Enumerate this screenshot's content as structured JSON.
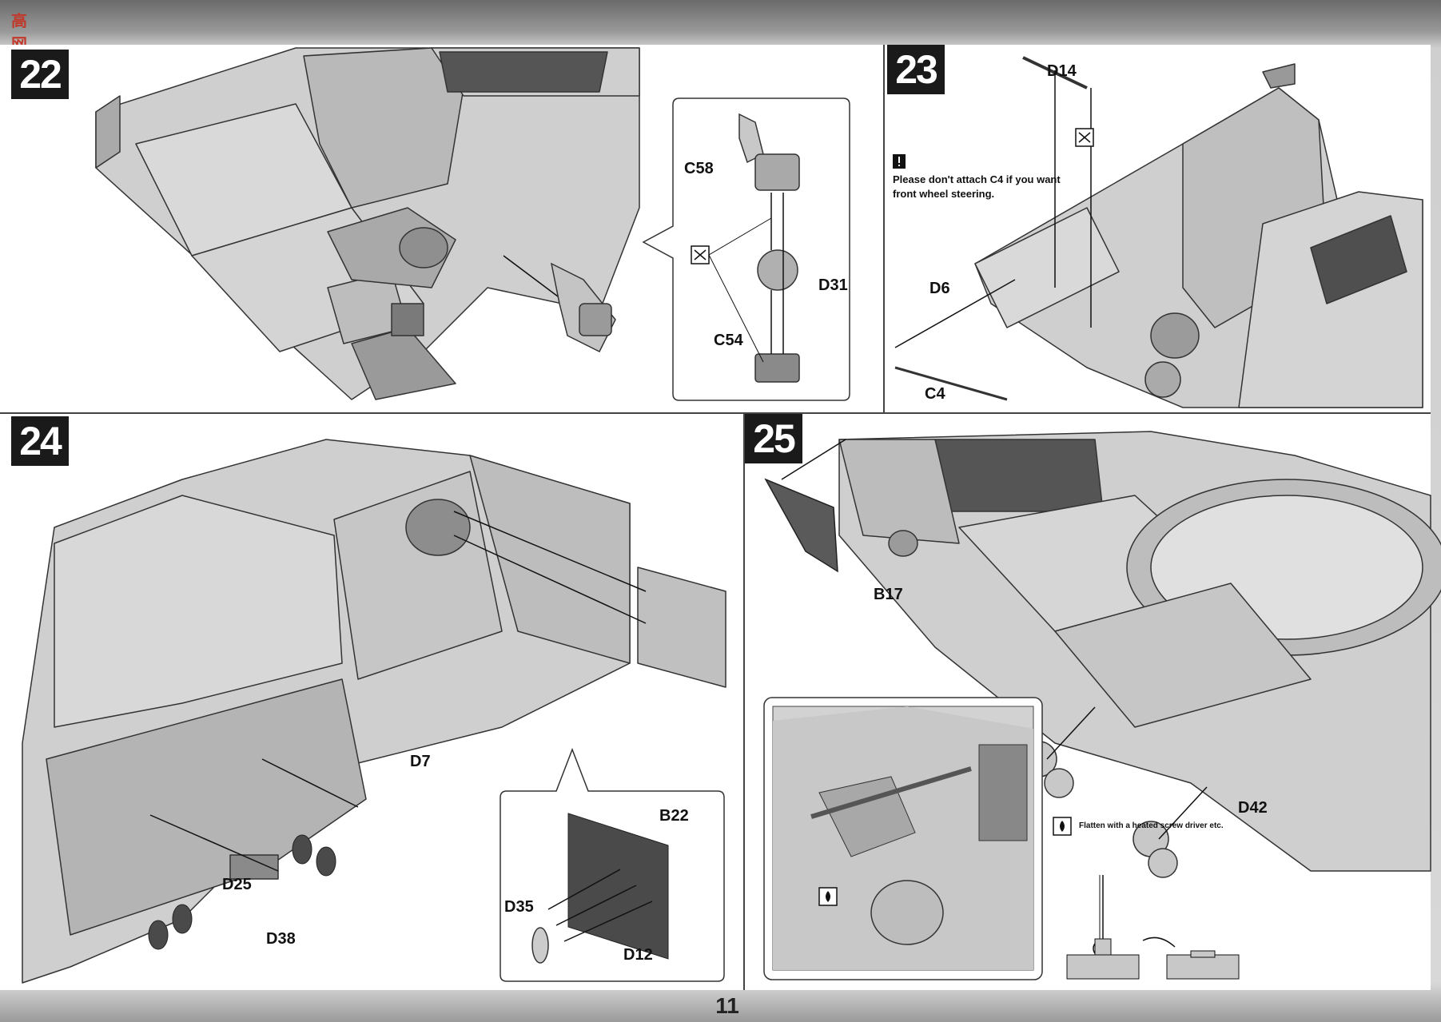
{
  "logo": {
    "text": "高网",
    "subtext": ""
  },
  "page_number": "11",
  "steps": [
    {
      "number": "22",
      "labels": [
        "C58",
        "D31",
        "C54"
      ]
    },
    {
      "number": "23",
      "labels": [
        "D14",
        "D6",
        "C4"
      ],
      "note": "Please don't attach C4 if you want front wheel steering."
    },
    {
      "number": "24",
      "labels": [
        "D7",
        "D25",
        "D38",
        "B22",
        "D35",
        "D12"
      ]
    },
    {
      "number": "25",
      "labels": [
        "B17",
        "D42"
      ],
      "flatten_note": "Flatten with a heated screw driver etc."
    }
  ],
  "icons": [
    "glue-icon",
    "warning-icon",
    "heat-icon"
  ]
}
